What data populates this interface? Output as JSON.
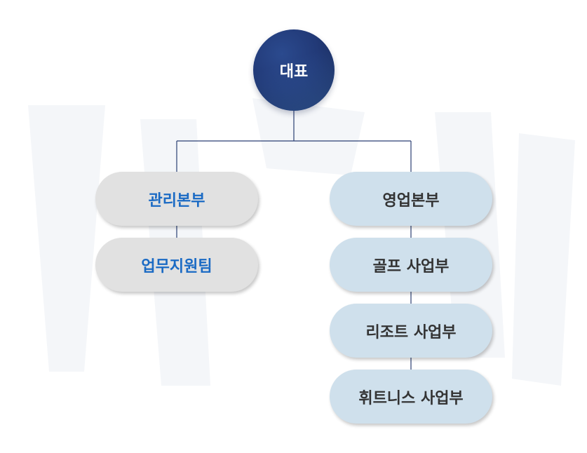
{
  "root": {
    "label": "대표"
  },
  "left_branch": {
    "items": [
      {
        "label": "관리본부"
      },
      {
        "label": "업무지원팀"
      }
    ]
  },
  "right_branch": {
    "items": [
      {
        "label": "영업본부"
      },
      {
        "label": "골프 사업부"
      },
      {
        "label": "리조트 사업부"
      },
      {
        "label": "휘트니스 사업부"
      }
    ]
  },
  "colors": {
    "root_fill": "#223a78",
    "left_fill": "#e1e1e1",
    "left_text": "#1a6ac4",
    "right_fill": "#cfe0ec",
    "right_text": "#333333",
    "connector": "#2a3f73"
  }
}
